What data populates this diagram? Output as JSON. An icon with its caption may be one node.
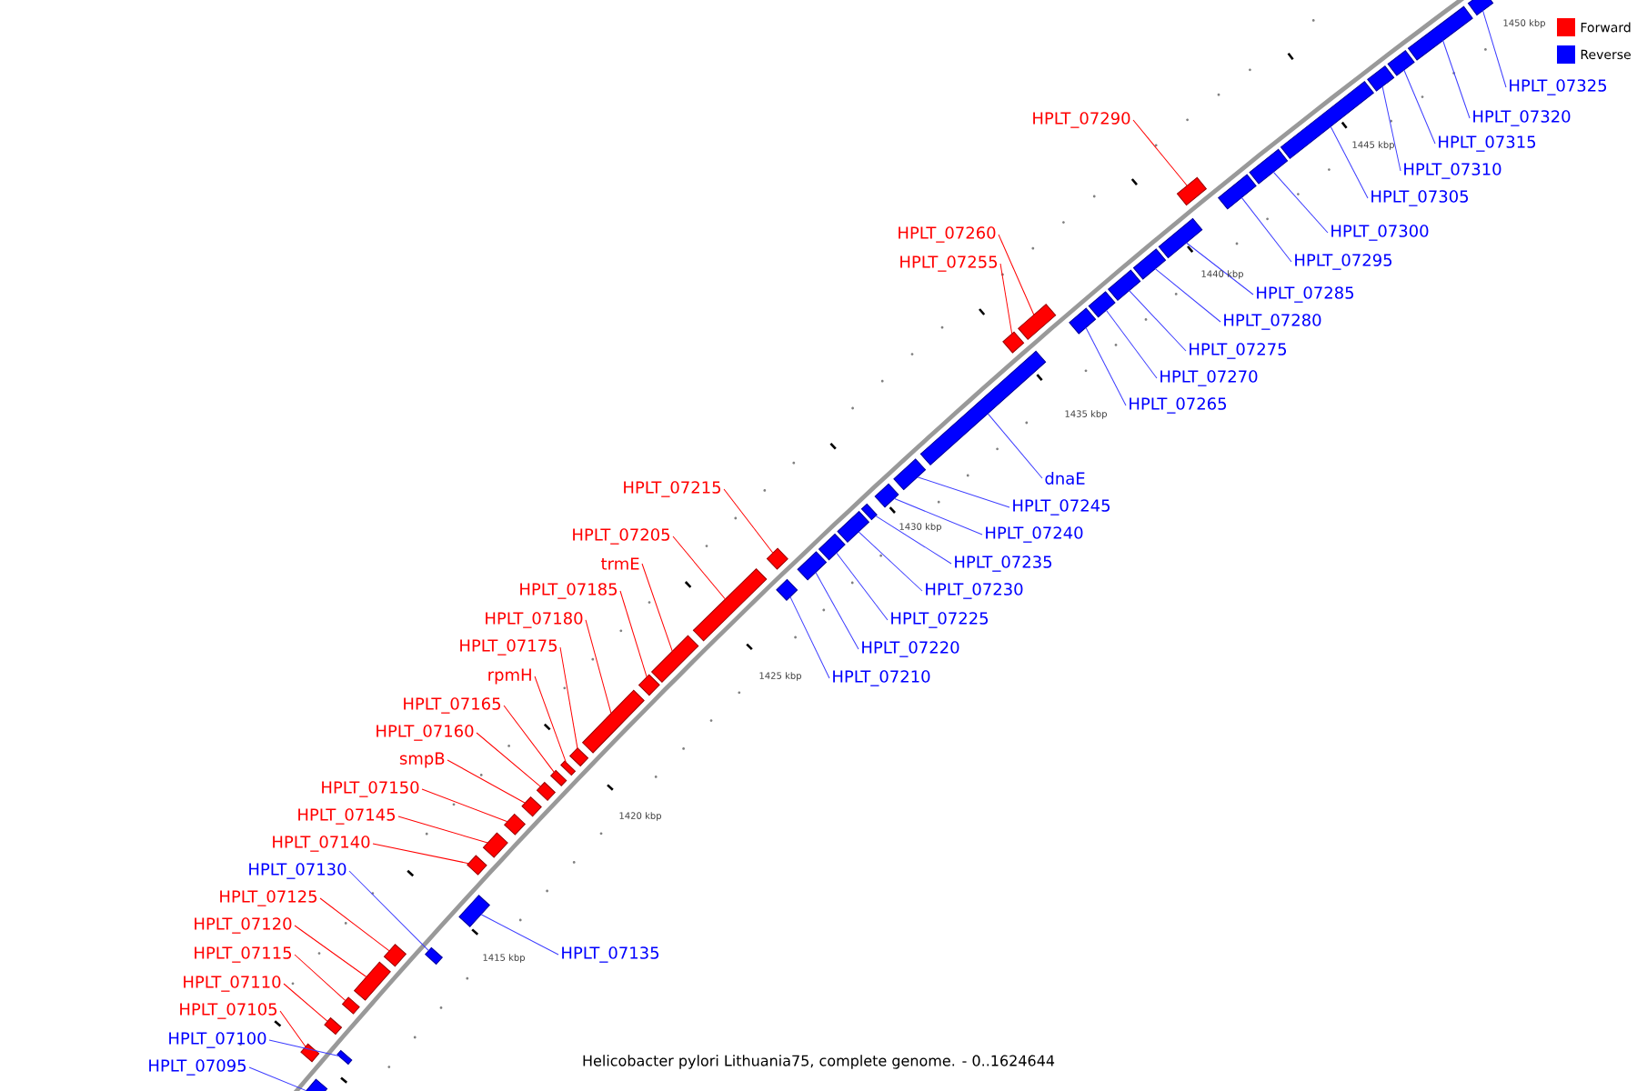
{
  "diagram": {
    "caption": "Helicobacter pylori Lithuania75, complete genome. - 0..1624644",
    "nodes": [
      {
        "text": [
          "HPLT_07095"
        ]
      },
      {
        "text": [
          "HPLT_07100"
        ]
      },
      {
        "text": [
          "HPLT_07105"
        ]
      },
      {
        "text": [
          "HPLT_07110"
        ]
      },
      {
        "text": [
          "HPLT_07115"
        ]
      },
      {
        "text": [
          "HPLT_07120"
        ]
      },
      {
        "text": [
          "HPLT_07125"
        ]
      },
      {
        "text": [
          "HPLT_07130"
        ]
      },
      {
        "text": [
          "HPLT_07135"
        ]
      },
      {
        "text": [
          "HPLT_07140"
        ]
      },
      {
        "text": [
          "HPLT_07145"
        ]
      },
      {
        "text": [
          "HPLT_07150"
        ]
      },
      {
        "text": [
          "smpB"
        ]
      },
      {
        "text": [
          "HPLT_07160"
        ]
      },
      {
        "text": [
          "HPLT_07165"
        ]
      },
      {
        "text": [
          "rpmH"
        ]
      },
      {
        "text": [
          "HPLT_07175"
        ]
      },
      {
        "text": [
          "HPLT_07180"
        ]
      },
      {
        "text": [
          "HPLT_07185"
        ]
      },
      {
        "text": [
          "trmE"
        ]
      },
      {
        "text": [
          "HPLT_07205"
        ]
      },
      {
        "text": [
          "HPLT_07210"
        ]
      },
      {
        "text": [
          "HPLT_07215"
        ]
      },
      {
        "text": [
          "HPLT_07220"
        ]
      },
      {
        "text": [
          "HPLT_07225"
        ]
      },
      {
        "text": [
          "HPLT_07230"
        ]
      },
      {
        "text": [
          "HPLT_07235"
        ]
      },
      {
        "text": [
          "HPLT_07240"
        ]
      },
      {
        "text": [
          "HPLT_07245"
        ]
      },
      {
        "text": [
          "dnaE"
        ]
      },
      {
        "text": [
          "HPLT_07255"
        ]
      },
      {
        "text": [
          "HPLT_07260"
        ]
      },
      {
        "text": [
          "HPLT_07265"
        ]
      },
      {
        "text": [
          "HPLT_07270"
        ]
      },
      {
        "text": [
          "HPLT_07275"
        ]
      },
      {
        "text": [
          "HPLT_07280"
        ]
      },
      {
        "text": [
          "HPLT_07285"
        ]
      },
      {
        "text": [
          "HPLT_07290"
        ]
      },
      {
        "text": [
          "HPLT_07295"
        ]
      },
      {
        "text": [
          "HPLT_07300"
        ]
      },
      {
        "text": [
          "HPLT_07305"
        ]
      },
      {
        "text": [
          "HPLT_07310"
        ]
      },
      {
        "text": [
          "HPLT_07315"
        ]
      },
      {
        "text": [
          "HPLT_07320"
        ]
      },
      {
        "text": [
          "HPLT_07325"
        ]
      },
      {
        "text": [],
        "shape": "bar"
      },
      {
        "text": [],
        "shape": "bar"
      },
      {
        "text": [],
        "shape": "bar"
      },
      {
        "text": [],
        "shape": "bar"
      },
      {
        "text": [],
        "shape": "bar"
      },
      {
        "text": [],
        "shape": "bar"
      },
      {
        "text": [],
        "shape": "bar"
      },
      {
        "text": [],
        "shape": "bar"
      },
      {
        "text": [],
        "shape": "bar"
      },
      {
        "text": [],
        "shape": "bar"
      },
      {
        "text": [],
        "shape": "bar"
      },
      {
        "text": [],
        "shape": "bar"
      },
      {
        "text": [],
        "shape": "bar"
      },
      {
        "text": [],
        "shape": "bar"
      },
      {
        "text": [],
        "shape": "bar"
      },
      {
        "text": [],
        "shape": "bar"
      },
      {
        "text": [],
        "shape": "bar"
      },
      {
        "text": [],
        "shape": "bar"
      },
      {
        "text": [],
        "shape": "bar"
      },
      {
        "text": [],
        "shape": "bar"
      },
      {
        "text": [],
        "shape": "bar"
      },
      {
        "text": [],
        "shape": "bar"
      },
      {
        "text": [],
        "shape": "bar"
      },
      {
        "text": [],
        "shape": "bar"
      },
      {
        "text": [],
        "shape": "bar"
      },
      {
        "text": [],
        "shape": "bar"
      },
      {
        "text": [],
        "shape": "bar"
      },
      {
        "text": [],
        "shape": "bar"
      },
      {
        "text": [],
        "shape": "bar"
      },
      {
        "text": [],
        "shape": "bar"
      },
      {
        "text": [],
        "shape": "bar"
      },
      {
        "text": [],
        "shape": "bar"
      },
      {
        "text": [],
        "shape": "bar"
      },
      {
        "text": [],
        "shape": "bar"
      },
      {
        "text": [],
        "shape": "bar"
      },
      {
        "text": [],
        "shape": "bar"
      },
      {
        "text": [],
        "shape": "bar"
      },
      {
        "text": [],
        "shape": "bar"
      },
      {
        "text": [],
        "shape": "bar"
      },
      {
        "text": [],
        "shape": "bar"
      },
      {
        "text": [],
        "shape": "bar"
      },
      {
        "text": [],
        "shape": "bar"
      },
      {
        "text": [],
        "shape": "bar"
      },
      {
        "text": [],
        "shape": "bar"
      },
      {
        "text": [],
        "shape": "bar"
      }
    ],
    "edges": [
      {
        "from": 0,
        "to": 45,
        "arrow": "none"
      },
      {
        "from": 1,
        "to": 46,
        "arrow": "none"
      },
      {
        "from": 2,
        "to": 47,
        "arrow": "none",
        "color": "#ff0000"
      },
      {
        "from": 3,
        "to": 48,
        "arrow": "none",
        "color": "#ff0000"
      },
      {
        "from": 4,
        "to": 49,
        "arrow": "none",
        "color": "#ff0000"
      },
      {
        "from": 5,
        "to": 50,
        "arrow": "none",
        "color": "#ff0000"
      },
      {
        "from": 6,
        "to": 51,
        "arrow": "none",
        "color": "#ff0000"
      },
      {
        "from": 7,
        "to": 52,
        "arrow": "none"
      },
      {
        "from": 8,
        "to": 53,
        "arrow": "none"
      },
      {
        "from": 9,
        "to": 54,
        "arrow": "none",
        "color": "#ff0000"
      },
      {
        "from": 10,
        "to": 55,
        "arrow": "none",
        "color": "#ff0000"
      },
      {
        "from": 11,
        "to": 56,
        "arrow": "none",
        "color": "#ff0000"
      },
      {
        "from": 12,
        "to": 57,
        "arrow": "none",
        "color": "#ff0000"
      },
      {
        "from": 13,
        "to": 58,
        "arrow": "none",
        "color": "#ff0000"
      },
      {
        "from": 14,
        "to": 59,
        "arrow": "none",
        "color": "#ff0000"
      },
      {
        "from": 15,
        "to": 60,
        "arrow": "none",
        "color": "#ff0000"
      },
      {
        "from": 16,
        "to": 61,
        "arrow": "none",
        "color": "#ff0000"
      },
      {
        "from": 17,
        "to": 62,
        "arrow": "none",
        "color": "#ff0000"
      },
      {
        "from": 18,
        "to": 63,
        "arrow": "none",
        "color": "#ff0000"
      },
      {
        "from": 19,
        "to": 64,
        "arrow": "none",
        "color": "#ff0000"
      },
      {
        "from": 20,
        "to": 65,
        "arrow": "none",
        "color": "#ff0000"
      },
      {
        "from": 21,
        "to": 66,
        "arrow": "none"
      },
      {
        "from": 22,
        "to": 67,
        "arrow": "none",
        "color": "#ff0000"
      },
      {
        "from": 23,
        "to": 68,
        "arrow": "none"
      },
      {
        "from": 24,
        "to": 69,
        "arrow": "none"
      },
      {
        "from": 25,
        "to": 70,
        "arrow": "none"
      },
      {
        "from": 26,
        "to": 71,
        "arrow": "none"
      },
      {
        "from": 27,
        "to": 72,
        "arrow": "none"
      },
      {
        "from": 28,
        "to": 73,
        "arrow": "none"
      },
      {
        "from": 29,
        "to": 74,
        "arrow": "none"
      },
      {
        "from": 30,
        "to": 75,
        "arrow": "none",
        "color": "#ff0000"
      },
      {
        "from": 31,
        "to": 76,
        "arrow": "none",
        "color": "#ff0000"
      },
      {
        "from": 32,
        "to": 77,
        "arrow": "none"
      },
      {
        "from": 33,
        "to": 78,
        "arrow": "none"
      },
      {
        "from": 34,
        "to": 79,
        "arrow": "none"
      },
      {
        "from": 35,
        "to": 80,
        "arrow": "none"
      },
      {
        "from": 36,
        "to": 81,
        "arrow": "none"
      },
      {
        "from": 37,
        "to": 82,
        "arrow": "none",
        "color": "#ff0000"
      },
      {
        "from": 38,
        "to": 83,
        "arrow": "none"
      },
      {
        "from": 39,
        "to": 84,
        "arrow": "none"
      },
      {
        "from": 40,
        "to": 85,
        "arrow": "none"
      },
      {
        "from": 41,
        "to": 86,
        "arrow": "none"
      },
      {
        "from": 42,
        "to": 87,
        "arrow": "none"
      },
      {
        "from": 43,
        "to": 88,
        "arrow": "none"
      },
      {
        "from": 44,
        "to": 89,
        "arrow": "none"
      }
    ],
    "labels": [
      "1415 kbp",
      "1420 kbp",
      "1425 kbp",
      "1430 kbp",
      "1435 kbp",
      "1440 kbp",
      "1445 kbp",
      "1450 kbp"
    ],
    "legend": [
      {
        "text": "Forward",
        "color": "#ff0000"
      },
      {
        "text": "Reverse",
        "color": "#0000ff"
      }
    ]
  }
}
